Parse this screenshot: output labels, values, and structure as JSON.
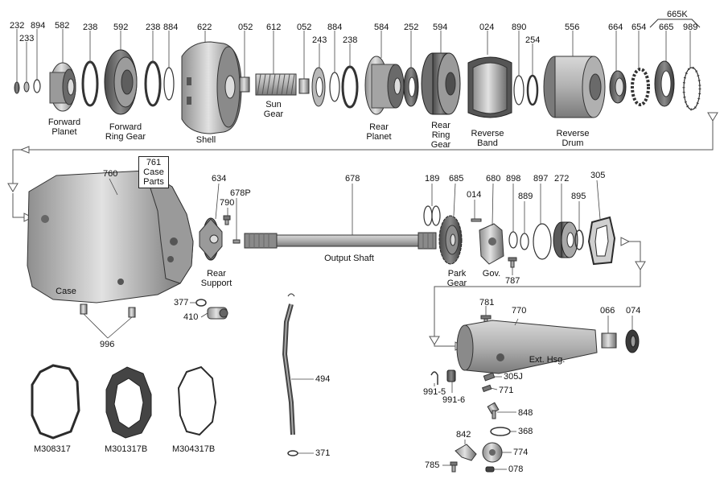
{
  "part_numbers": {
    "n232": "232",
    "n233": "233",
    "n894": "894",
    "n582": "582",
    "n238a": "238",
    "n592": "592",
    "n238b": "238",
    "n884a": "884",
    "n622": "622",
    "n052a": "052",
    "n612": "612",
    "n052b": "052",
    "n243": "243",
    "n884b": "884",
    "n238c": "238",
    "n584": "584",
    "n252": "252",
    "n594": "594",
    "n024": "024",
    "n890": "890",
    "n254": "254",
    "n556": "556",
    "n664": "664",
    "n654": "654",
    "n665k": "665K",
    "n665": "665",
    "n989": "989",
    "n760": "760",
    "n634": "634",
    "n790": "790",
    "n678p": "678P",
    "n678": "678",
    "n189": "189",
    "n685": "685",
    "n014": "014",
    "n680": "680",
    "n898": "898",
    "n889": "889",
    "n897": "897",
    "n272": "272",
    "n895": "895",
    "n305": "305",
    "n787": "787",
    "n377": "377",
    "n410": "410",
    "n996": "996",
    "n781": "781",
    "n770": "770",
    "n066": "066",
    "n074": "074",
    "n494": "494",
    "n371": "371",
    "n305j": "305J",
    "n771": "771",
    "n991_5": "991-5",
    "n991_6": "991-6",
    "n848": "848",
    "n368": "368",
    "n842": "842",
    "n774": "774",
    "n785": "785",
    "n078": "078",
    "m308317": "M308317",
    "m301317b": "M301317B",
    "m304317b": "M304317B"
  },
  "part_names": {
    "forward_planet": [
      "Forward",
      "Planet"
    ],
    "forward_ring_gear": [
      "Forward",
      "Ring Gear"
    ],
    "shell": "Shell",
    "sun_gear": [
      "Sun",
      "Gear"
    ],
    "rear_planet": [
      "Rear",
      "Planet"
    ],
    "rear_ring_gear": [
      "Rear",
      "Ring",
      "Gear"
    ],
    "reverse_band": [
      "Reverse",
      "Band"
    ],
    "reverse_drum": [
      "Reverse",
      "Drum"
    ],
    "case_parts": [
      "761",
      "Case",
      "Parts"
    ],
    "case": "Case",
    "rear_support": [
      "Rear",
      "Support"
    ],
    "output_shaft": "Output Shaft",
    "park_gear": [
      "Park",
      "Gear"
    ],
    "governor": "Gov.",
    "ext_housing": "Ext. Hsg."
  },
  "colors": {
    "metal_light": "#d4d4d4",
    "metal_mid": "#a6a6a6",
    "metal_dark": "#5a5a5a",
    "line": "#333333",
    "gasket": "#2b2b2b"
  }
}
